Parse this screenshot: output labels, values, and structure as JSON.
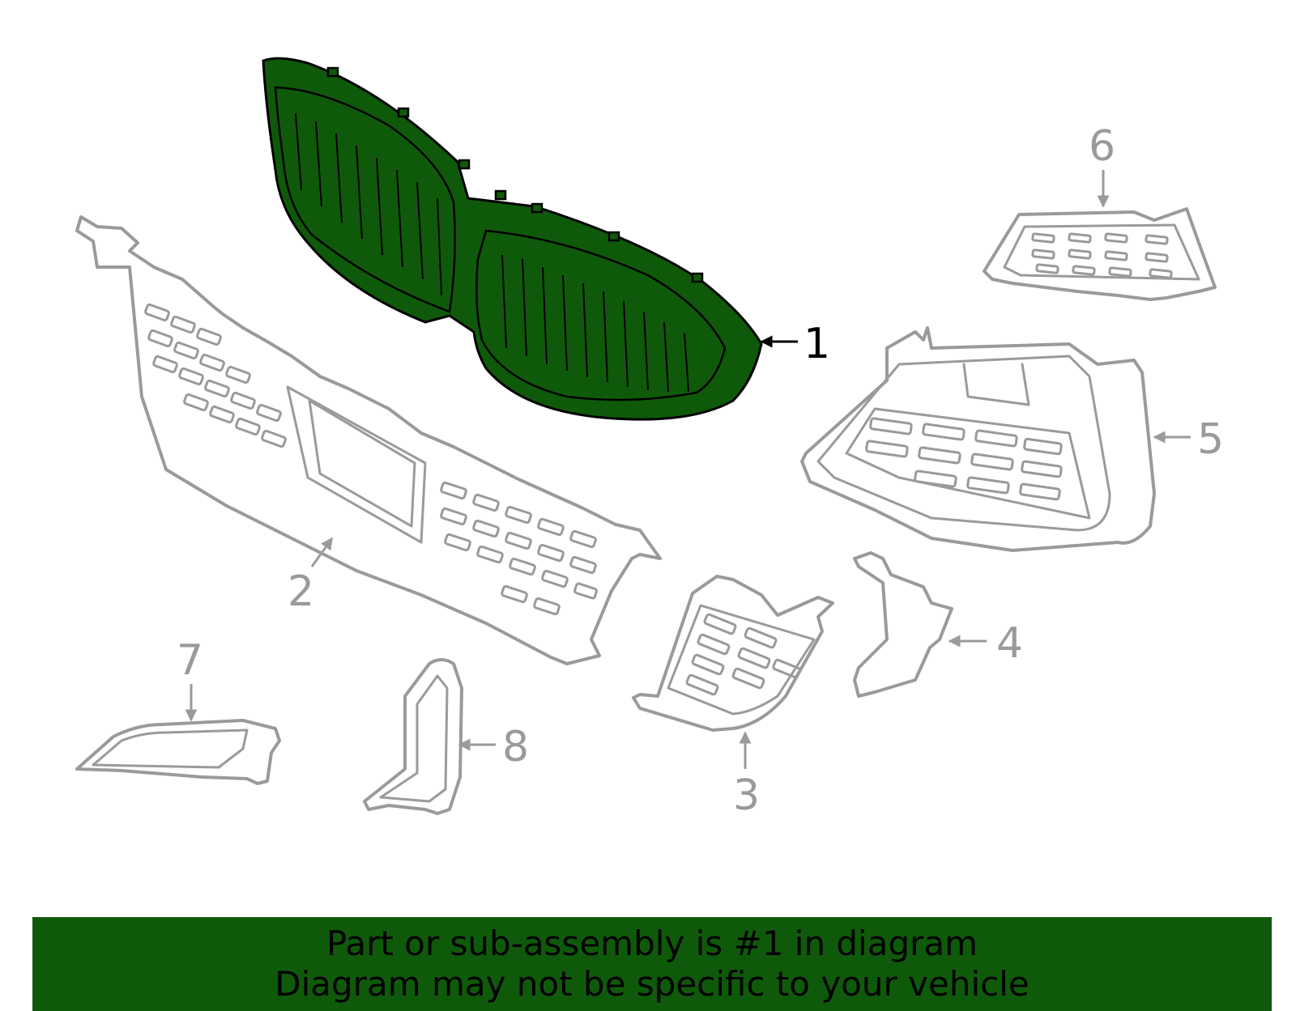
{
  "colors": {
    "highlight_part": "#0f5a0a",
    "part_outline": "#9a9a9a",
    "banner_background": "#0f5a0a",
    "banner_text": "#000000"
  },
  "callouts": [
    {
      "id": "1",
      "label": "1",
      "highlighted": true
    },
    {
      "id": "2",
      "label": "2",
      "highlighted": false
    },
    {
      "id": "3",
      "label": "3",
      "highlighted": false
    },
    {
      "id": "4",
      "label": "4",
      "highlighted": false
    },
    {
      "id": "5",
      "label": "5",
      "highlighted": false
    },
    {
      "id": "6",
      "label": "6",
      "highlighted": false
    },
    {
      "id": "7",
      "label": "7",
      "highlighted": false
    },
    {
      "id": "8",
      "label": "8",
      "highlighted": false
    }
  ],
  "banner": {
    "line1": "Part or sub-assembly is #1 in diagram",
    "line2": "Diagram may not be specific to your vehicle"
  }
}
